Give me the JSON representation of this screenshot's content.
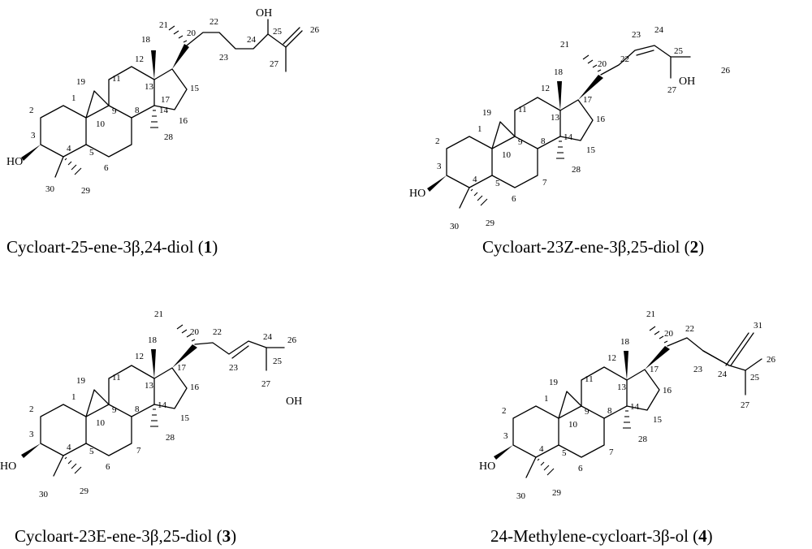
{
  "compounds": [
    {
      "name": "Cycloart-25-ene-3β,24-diol",
      "id": "1",
      "atom_labels": {
        "hydroxyl_a": "HO",
        "hydroxyl_b": "OH"
      },
      "numbers": [
        "1",
        "2",
        "3",
        "4",
        "5",
        "6",
        "8",
        "9",
        "10",
        "11",
        "12",
        "13",
        "14",
        "15",
        "16",
        "17",
        "18",
        "19",
        "20",
        "21",
        "22",
        "23",
        "24",
        "25",
        "26",
        "27",
        "28",
        "29",
        "30"
      ]
    },
    {
      "name": "Cycloart-23Z-ene-3β,25-diol",
      "id": "2",
      "atom_labels": {
        "hydroxyl_a": "HO",
        "hydroxyl_b": "OH"
      },
      "numbers": [
        "1",
        "2",
        "3",
        "4",
        "5",
        "6",
        "7",
        "8",
        "9",
        "10",
        "11",
        "12",
        "13",
        "14",
        "15",
        "16",
        "17",
        "18",
        "19",
        "20",
        "21",
        "22",
        "23",
        "24",
        "25",
        "26",
        "27",
        "28",
        "29",
        "30"
      ]
    },
    {
      "name": "Cycloart-23E-ene-3β,25-diol",
      "id": "3",
      "atom_labels": {
        "hydroxyl_a": "HO",
        "hydroxyl_b": "OH"
      },
      "numbers": [
        "1",
        "2",
        "3",
        "4",
        "5",
        "6",
        "7",
        "8",
        "9",
        "10",
        "11",
        "12",
        "13",
        "14",
        "15",
        "16",
        "17",
        "18",
        "19",
        "20",
        "21",
        "22",
        "23",
        "24",
        "25",
        "26",
        "27",
        "28",
        "29",
        "30"
      ]
    },
    {
      "name": "24-Methylene-cycloart-3β-ol",
      "id": "4",
      "atom_labels": {
        "hydroxyl_a": "HO"
      },
      "numbers": [
        "1",
        "2",
        "3",
        "4",
        "5",
        "6",
        "7",
        "8",
        "9",
        "10",
        "11",
        "12",
        "13",
        "14",
        "15",
        "16",
        "17",
        "18",
        "19",
        "20",
        "21",
        "22",
        "23",
        "24",
        "25",
        "26",
        "27",
        "28",
        "29",
        "30",
        "31"
      ]
    }
  ]
}
